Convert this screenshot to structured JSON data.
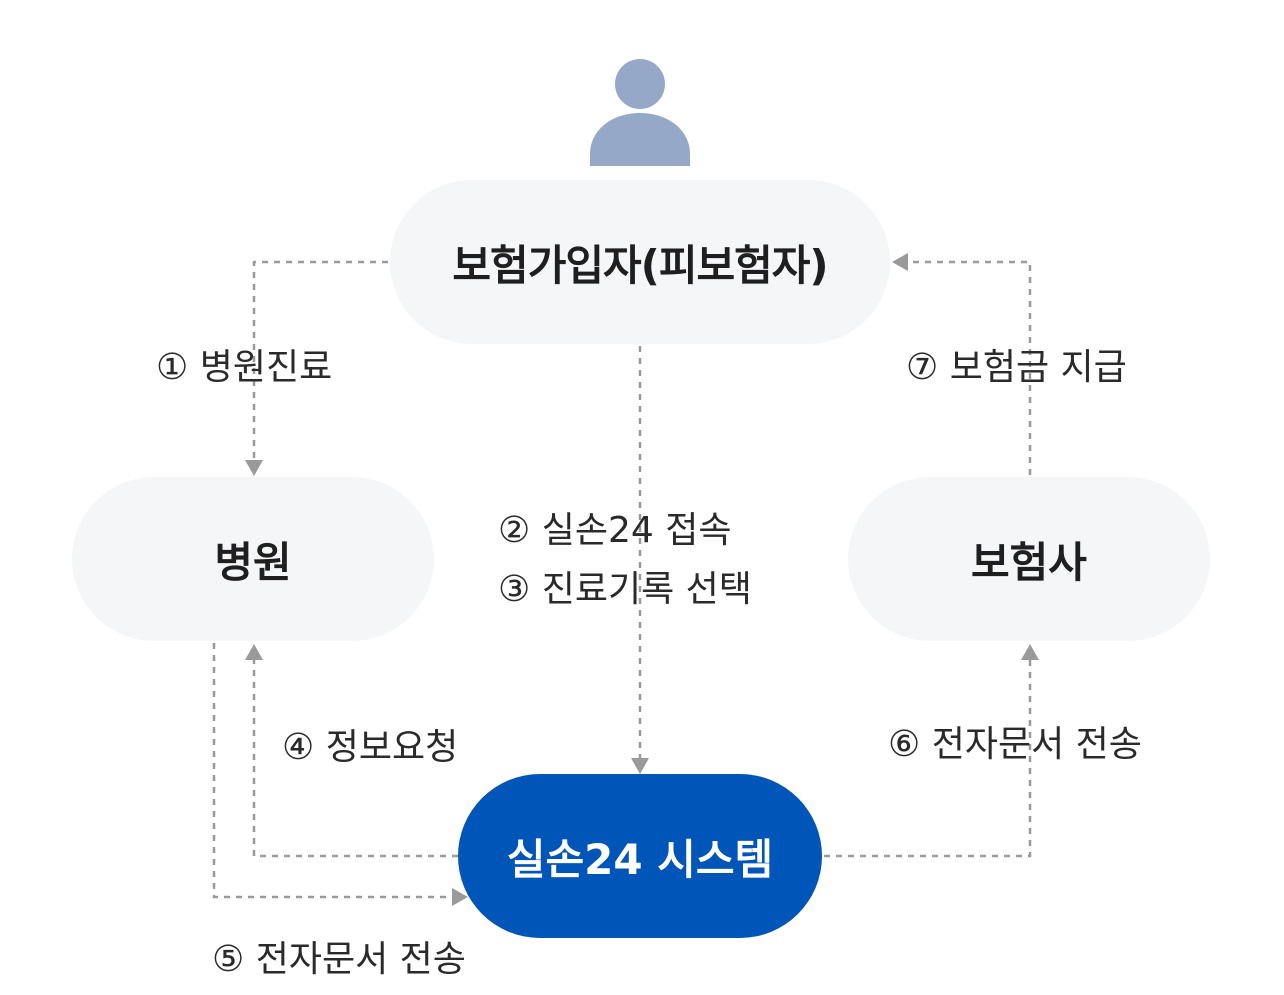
{
  "nodes": {
    "insured": "보험가입자(피보험자)",
    "hospital": "병원",
    "insurer": "보험사",
    "system": "실손24 시스템"
  },
  "steps": {
    "step1": "① 병원진료",
    "step2": "② 실손24 접속",
    "step3": "③ 진료기록 선택",
    "step4": "④ 정보요청",
    "step5": "⑤ 전자문서 전송",
    "step6": "⑥ 전자문서 전송",
    "step7": "⑦ 보험금 지급"
  },
  "icons": {
    "person": "person-icon"
  },
  "colors": {
    "system_bg": "#0055b8",
    "node_bg": "#f5f6f8",
    "person_icon": "#95a8c8",
    "connector": "#9a9a9a"
  }
}
